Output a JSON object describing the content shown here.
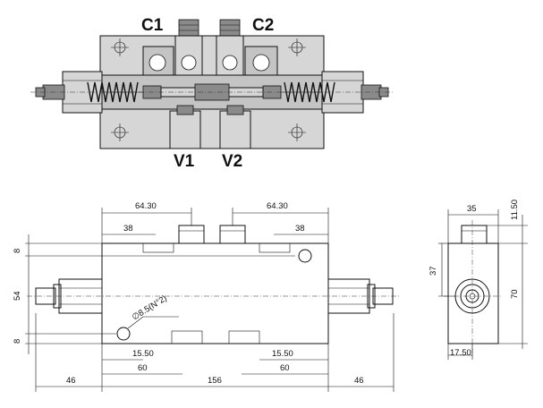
{
  "ports": {
    "c1": "C1",
    "c2": "C2",
    "v1": "V1",
    "v2": "V2"
  },
  "front_view": {
    "top_left_spacing": "64.30",
    "top_right_spacing": "64.30",
    "left_offset_38": "38",
    "right_offset_38": "38",
    "left_edge_8_top": "8",
    "left_height_54": "54",
    "left_edge_8_bottom": "8",
    "hole_callout": "∅8.5(N°2)",
    "bottom_left_15": "15.50",
    "bottom_right_15": "15.50",
    "bottom_left_60": "60",
    "bottom_right_60": "60",
    "overall_left_46": "46",
    "overall_body_156": "156",
    "overall_right_46": "46"
  },
  "side_view": {
    "width_35": "35",
    "top_11": "11.50",
    "height_37": "37",
    "height_70": "70",
    "bottom_17": "17.50"
  },
  "colors": {
    "line": "#111111",
    "section_fill": "#d6d6d6",
    "dark_fill": "#8a8a8a"
  }
}
